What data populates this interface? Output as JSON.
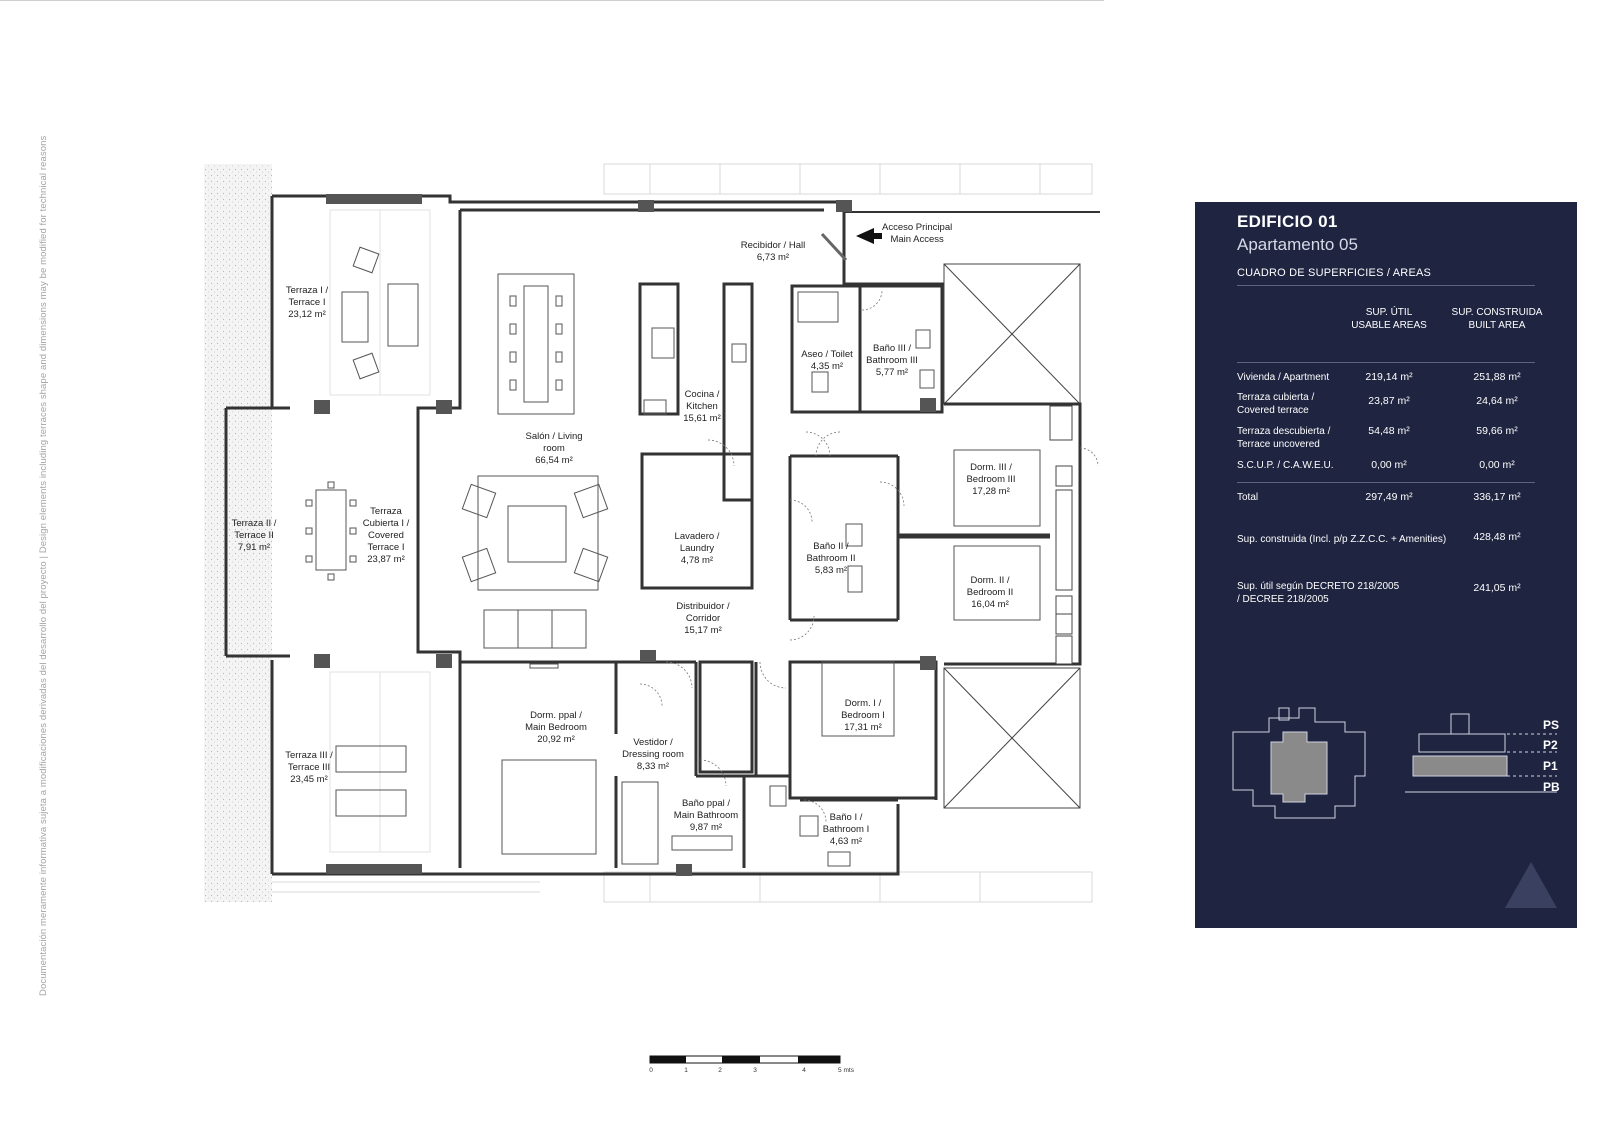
{
  "side_note": "Documentación meramente informativa sujeta a modificaciones derivadas del desarrollo del proyecto | Design elements including terraces shape and dimensions may be modified for technical reasons",
  "access": {
    "line1": "Acceso Principal",
    "line2": "Main Access"
  },
  "rooms": {
    "hall": [
      "Recibidor / Hall",
      "6,73 m²"
    ],
    "terrace1": [
      "Terraza I /",
      "Terrace I",
      "23,12 m²"
    ],
    "terrace2": [
      "Terraza II /",
      "Terrace II",
      "7,91 m²"
    ],
    "covered_terrace": [
      "Terraza",
      "Cubierta I /",
      "Covered",
      "Terrace I",
      "23,87 m²"
    ],
    "terrace3": [
      "Terraza III /",
      "Terrace III",
      "23,45 m²"
    ],
    "living": [
      "Salón / Living",
      "room",
      "66,54 m²"
    ],
    "kitchen": [
      "Cocina /",
      "Kitchen",
      "15,61 m²"
    ],
    "toilet": [
      "Aseo / Toilet",
      "4,35 m²"
    ],
    "bath3": [
      "Baño III /",
      "Bathroom III",
      "5,77 m²"
    ],
    "laundry": [
      "Lavadero /",
      "Laundry",
      "4,78 m²"
    ],
    "bath2": [
      "Baño II /",
      "Bathroom II",
      "5,83 m²"
    ],
    "bed3": [
      "Dorm. III /",
      "Bedroom III",
      "17,28 m²"
    ],
    "bed2": [
      "Dorm. II /",
      "Bedroom II",
      "16,04 m²"
    ],
    "corridor": [
      "Distribuidor /",
      "Corridor",
      "15,17 m²"
    ],
    "main_bed": [
      "Dorm. ppal /",
      "Main Bedroom",
      "20,92 m²"
    ],
    "dressing": [
      "Vestidor /",
      "Dressing room",
      "8,33 m²"
    ],
    "bed1": [
      "Dorm. I /",
      "Bedroom I",
      "17,31 m²"
    ],
    "main_bath": [
      "Baño ppal /",
      "Main Bathroom",
      "9,87 m²"
    ],
    "bath1": [
      "Baño I /",
      "Bathroom I",
      "4,63 m²"
    ]
  },
  "panel": {
    "building": "EDIFICIO 01",
    "apartment": "Apartamento 05",
    "table_title": "CUADRO DE SUPERFICIES / AREAS",
    "col_usable": [
      "SUP. ÚTIL",
      "USABLE AREAS"
    ],
    "col_built": [
      "SUP. CONSTRUIDA",
      "BUILT AREA"
    ],
    "rows": [
      {
        "label": [
          "Vivienda / Apartment"
        ],
        "usable": "219,14 m²",
        "built": "251,88 m²"
      },
      {
        "label": [
          "Terraza cubierta /",
          "Covered terrace"
        ],
        "usable": "23,87 m²",
        "built": "24,64 m²"
      },
      {
        "label": [
          "Terraza descubierta /",
          "Terrace uncovered"
        ],
        "usable": "54,48 m²",
        "built": "59,66 m²"
      },
      {
        "label": [
          "S.C.U.P. / C.A.W.E.U."
        ],
        "usable": "0,00 m²",
        "built": "0,00 m²"
      }
    ],
    "total": {
      "label": "Total",
      "usable": "297,49 m²",
      "built": "336,17 m²"
    },
    "built_incl": {
      "label": "Sup. construida (Incl. p/p Z.Z.C.C. + Amenities)",
      "value": "428,48 m²"
    },
    "decree": {
      "label": [
        "Sup. útil según DECRETO 218/2005",
        "/ DECREE 218/2005"
      ],
      "value": "241,05 m²"
    },
    "levels": [
      "PS",
      "P2",
      "P1",
      "PB"
    ],
    "active_level": "P1",
    "colors": {
      "panel": "#1f2440",
      "highlight": "#8a8a8a"
    }
  },
  "scale": {
    "ticks": [
      "0",
      "1",
      "2",
      "3",
      "4",
      "5 mts"
    ]
  },
  "icons": [
    "access-arrow-icon",
    "building-logo-icon",
    "scale-bar-icon"
  ]
}
